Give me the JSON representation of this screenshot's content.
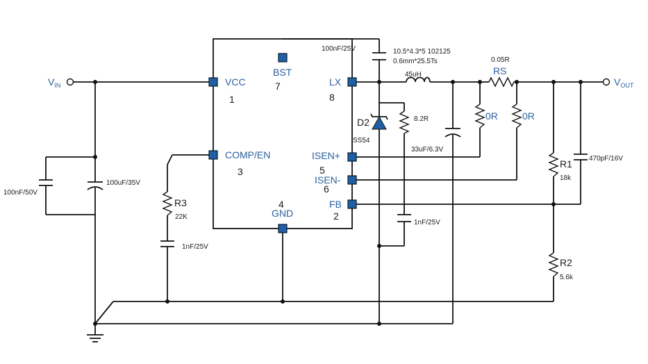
{
  "ic": {
    "pins": {
      "vcc": {
        "name": "VCC",
        "num": "1"
      },
      "bst": {
        "name": "BST",
        "num": "7"
      },
      "lx": {
        "name": "LX",
        "num": "8"
      },
      "comp": {
        "name": "COMP/EN",
        "num": "3"
      },
      "isenp": {
        "name": "ISEN+",
        "num": "5"
      },
      "isenm": {
        "name": "ISEN-",
        "num": "6"
      },
      "gnd": {
        "name": "GND",
        "num": "4"
      },
      "fb": {
        "name": "FB",
        "num": "2"
      }
    }
  },
  "terminals": {
    "vin": {
      "main": "V",
      "sub": "IN"
    },
    "vout": {
      "main": "V",
      "sub": "OUT"
    }
  },
  "components": {
    "c_bst": "100nF/25V",
    "inductor_spec_1": "10.5*4.3*5 102125",
    "inductor_spec_2": "0.6mm*25.5Ts",
    "inductor": "45uH",
    "rs_value": "0.05R",
    "rs_label": "RS",
    "r_0r_a": "0R",
    "r_0r_b": "0R",
    "d2_label": "D2",
    "d2_part": "SS54",
    "r_snub": "8.2R",
    "c_out": "33uF/6.3V",
    "c_snub": "1nF/25V",
    "r1_label": "R1",
    "r1_value": "18k",
    "c_ff": "470pF/16V",
    "r2_label": "R2",
    "r2_value": "5.6k",
    "r3_label": "R3",
    "r3_value": "22K",
    "c_comp": "1nF/25V",
    "c_in_small": "100nF/50V",
    "c_in_bulk": "100uF/35V"
  },
  "colors": {
    "pin_fill": "#1f5fa5",
    "label_blue": "#2a5f9e",
    "wire": "#111111"
  }
}
